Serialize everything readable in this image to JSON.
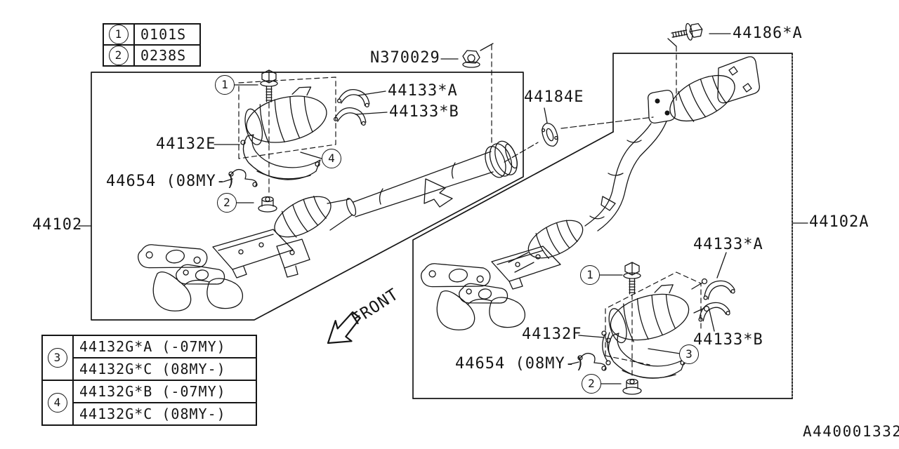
{
  "palette": {
    "ink": "#161616",
    "bg": "#ffffff"
  },
  "legend_top": {
    "rows": [
      {
        "num": "1",
        "code": "0101S"
      },
      {
        "num": "2",
        "code": "0238S"
      }
    ]
  },
  "legend_bottom": {
    "groups": [
      {
        "num": "3",
        "codes": [
          "44132G*A (-07MY)",
          "44132G*C (08MY-)"
        ]
      },
      {
        "num": "4",
        "codes": [
          "44132G*B (-07MY)",
          "44132G*C (08MY-)"
        ]
      }
    ]
  },
  "callouts": {
    "nut_part": "N370029",
    "bolt_part": "44186*A",
    "gasket_part": "44184E",
    "clamp_a_left": "44133*A",
    "clamp_b_left": "44133*B",
    "clamp_front_left": "44132E",
    "bracket_left": "44654 (08MY-)",
    "assembly_left": "44102",
    "assembly_right": "44102A",
    "clamp_a_right": "44133*A",
    "clamp_b_right": "44133*B",
    "clamp_front_right": "44132F",
    "bracket_right": "44654 (08MY-)"
  },
  "markers": {
    "n1": "1",
    "n2": "2",
    "n3": "3",
    "n4": "4"
  },
  "front_label": "FRONT",
  "drawing_number": "A440001332"
}
